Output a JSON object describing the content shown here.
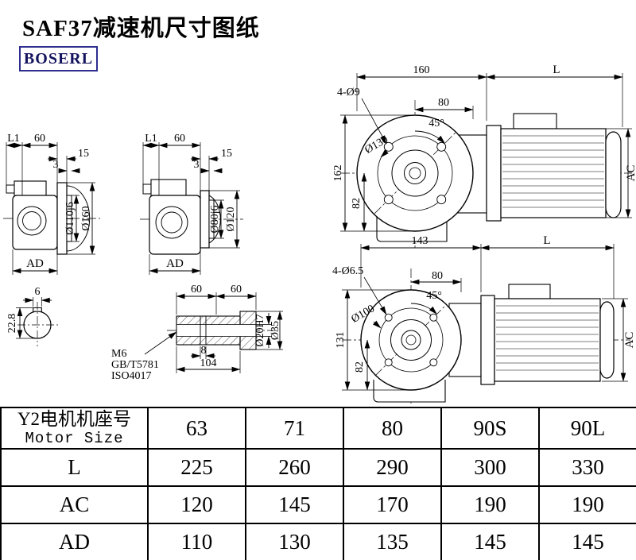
{
  "title": "SAF37减速机尺寸图纸",
  "logo": "BOSERL",
  "views": {
    "fv1": {
      "width": "160",
      "motor_len": "L",
      "holes": "4-Ø9",
      "half_width": "80",
      "angle": "45°",
      "bolt_circle": "Ø130",
      "height": "162",
      "center_to_base": "82",
      "motor_dia": "AC"
    },
    "fv2": {
      "width": "143",
      "motor_len": "L",
      "holes": "4-Ø6.5",
      "half_width": "80",
      "angle": "45°",
      "bolt_circle": "Ø100",
      "height": "131",
      "center_to_base": "82",
      "motor_dia": "AC"
    },
    "sv1": {
      "l1": "L1",
      "d60": "60",
      "d15": "15",
      "d3": "3",
      "spigot_dia": "Ø110j6",
      "flange_dia": "Ø160",
      "ad": "AD"
    },
    "sv2": {
      "l1": "L1",
      "d60": "60",
      "d15": "15",
      "d3": "3",
      "spigot_dia": "Ø80j6",
      "flange_dia": "Ø120",
      "ad": "AD"
    },
    "sec": {
      "key_width": "6",
      "key_depth": "22.8"
    },
    "shaft": {
      "len1": "60",
      "len2": "60",
      "thread": "M6",
      "std1": "GB/T5781",
      "std2": "ISO4017",
      "groove": "8",
      "length": "104",
      "bore": "Ø20H7",
      "outer": "Ø35"
    }
  },
  "table": {
    "motor_row": {
      "label_cn": "Y2电机机座号",
      "label_en": "Motor Size",
      "values": [
        "63",
        "71",
        "80",
        "90S",
        "90L"
      ]
    },
    "rows": [
      {
        "label": "L",
        "values": [
          "225",
          "260",
          "290",
          "300",
          "330"
        ]
      },
      {
        "label": "AC",
        "values": [
          "120",
          "145",
          "170",
          "190",
          "190"
        ]
      },
      {
        "label": "AD",
        "values": [
          "110",
          "130",
          "135",
          "145",
          "145"
        ]
      }
    ]
  }
}
